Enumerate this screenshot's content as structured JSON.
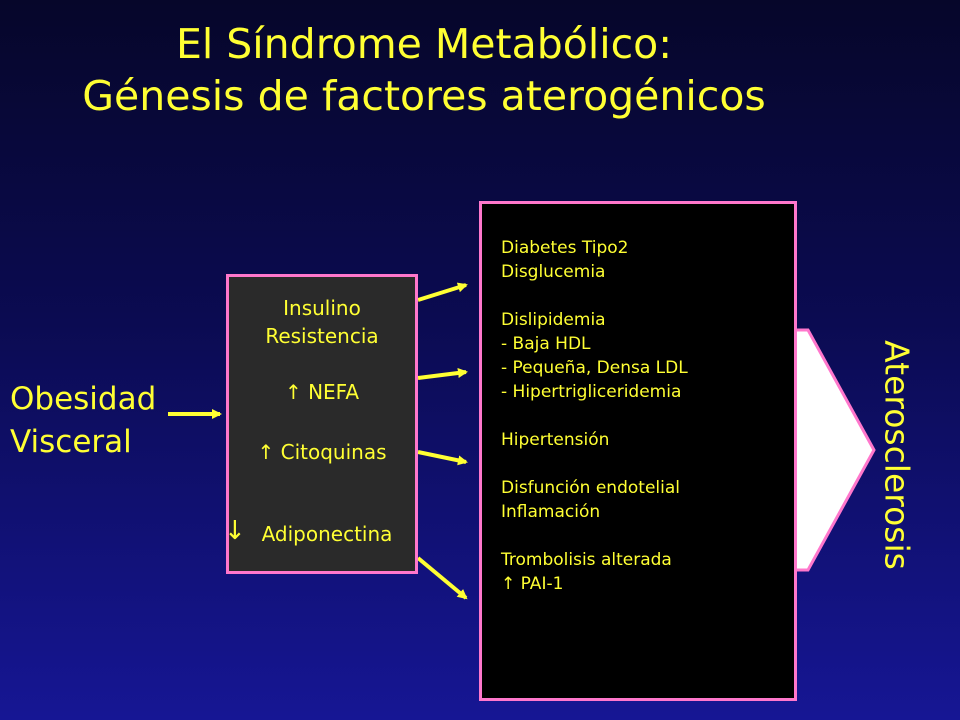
{
  "title": {
    "line1": "El Síndrome Metabólico:",
    "line2": "Génesis de factores aterogénicos"
  },
  "left": {
    "line1": "Obesidad",
    "line2": "Visceral"
  },
  "middle_box": {
    "line1": "Insulino",
    "line2": "Resistencia",
    "nefa": "↑ NEFA",
    "citoquinas": "↑ Citoquinas",
    "adiponectina_arrow": "↓",
    "adiponectina": "Adiponectina"
  },
  "right_box": {
    "items": [
      "Diabetes Tipo2",
      "Disglucemia",
      "",
      "Dislipidemia",
      "- Baja HDL",
      "- Pequeña, Densa LDL",
      "- Hipertrigliceridemia",
      "",
      "Hipertensión",
      "",
      "Disfunción endotelial",
      "Inflamación",
      "",
      "Trombolisis alterada",
      "↑ PAI-1"
    ]
  },
  "outcome": "Aterosclerosis",
  "colors": {
    "text": "#ffff33",
    "border": "#ff77cc",
    "background": "#0b0b52"
  }
}
